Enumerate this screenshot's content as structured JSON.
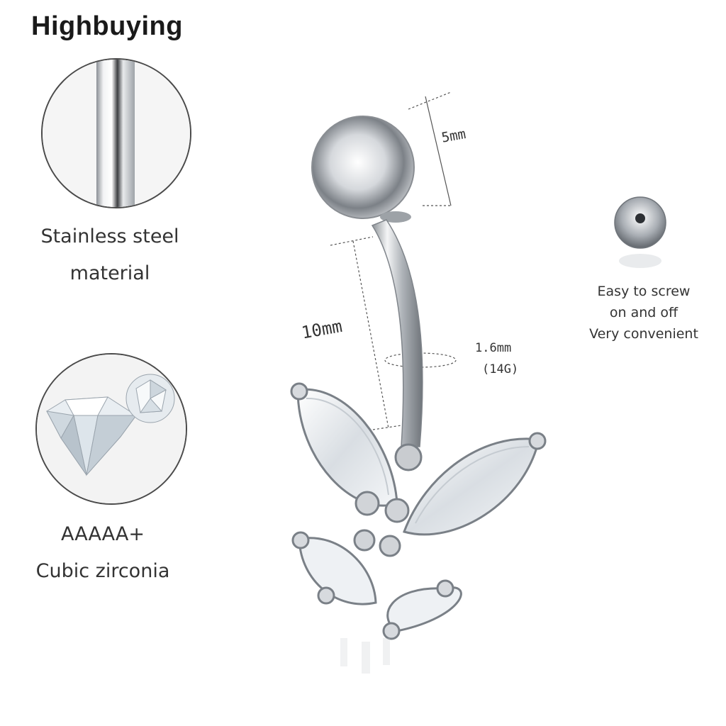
{
  "brand": "Highbuying",
  "features": {
    "steel": {
      "caption_line1": "Stainless steel",
      "caption_line2": "material"
    },
    "zircon": {
      "caption_line1": "AAAAA+",
      "caption_line2": "Cubic zirconia"
    }
  },
  "side_note": {
    "line1": "Easy to screw",
    "line2": "on and off",
    "line3": "Very convenient"
  },
  "dimensions": {
    "ball": "5mm",
    "bar_length": "10mm",
    "thickness": "1.6mm",
    "gauge": "(14G)"
  },
  "colors": {
    "text": "#333333",
    "circle_border": "#4a4a4a",
    "metal": "#c8ccd0"
  }
}
